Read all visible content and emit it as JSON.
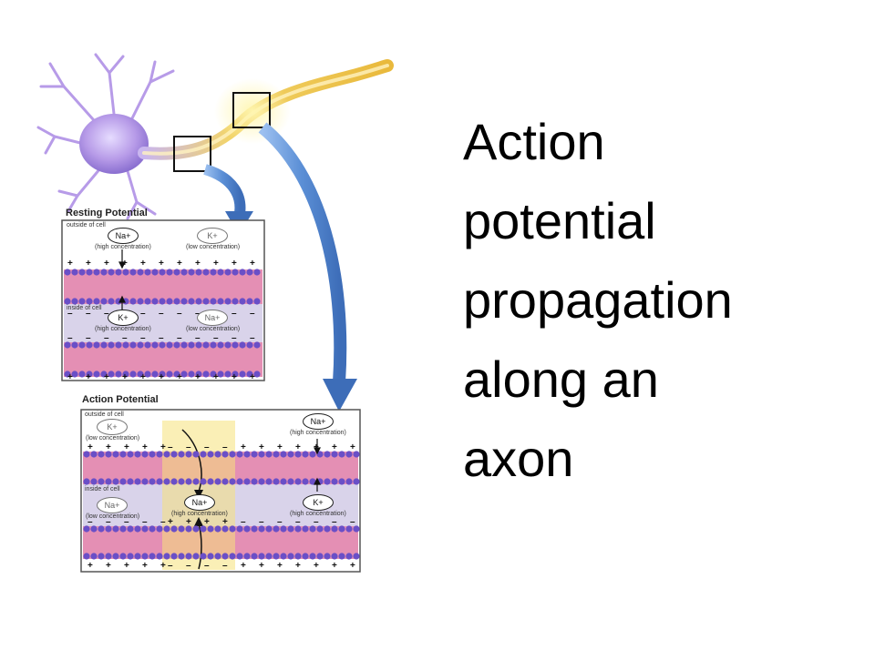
{
  "slide": {
    "title_lines": [
      "Action",
      "potential",
      "propagation",
      "along an",
      "axon"
    ]
  },
  "resting_panel": {
    "title": "Resting Potential",
    "outside_label": "outside of cell",
    "inside_label": "inside of cell",
    "ion_top_left": "Na+",
    "ion_top_left_note": "(high concentration)",
    "ion_top_right": "K+",
    "ion_top_right_note": "(low concentration)",
    "ion_bottom_left": "K+",
    "ion_bottom_left_note": "(high concentration)",
    "ion_bottom_right": "Na+",
    "ion_bottom_right_note": "(low concentration)"
  },
  "action_panel": {
    "title": "Action Potential",
    "outside_label": "outside of cell",
    "inside_label": "inside of cell",
    "ion_top_left": "K+",
    "ion_top_left_note": "(low concentration)",
    "ion_top_right": "Na+",
    "ion_top_right_note": "(high concentration)",
    "ion_bottom_left": "Na+",
    "ion_bottom_left_note": "(low concentration)",
    "ion_bottom_center": "Na+",
    "ion_bottom_center_note": "(high concentration)",
    "ion_bottom_right": "K+",
    "ion_bottom_right_note": "(high concentration)"
  },
  "colors": {
    "neuron": "#b79be8",
    "axon": "#f0c84a",
    "arrow": "#5b8fd6",
    "membrane_head": "#6a4fc7",
    "membrane_tail": "#e48fb4",
    "cytoplasm": "#d9d3ea",
    "highlight": "#f6e27a"
  }
}
